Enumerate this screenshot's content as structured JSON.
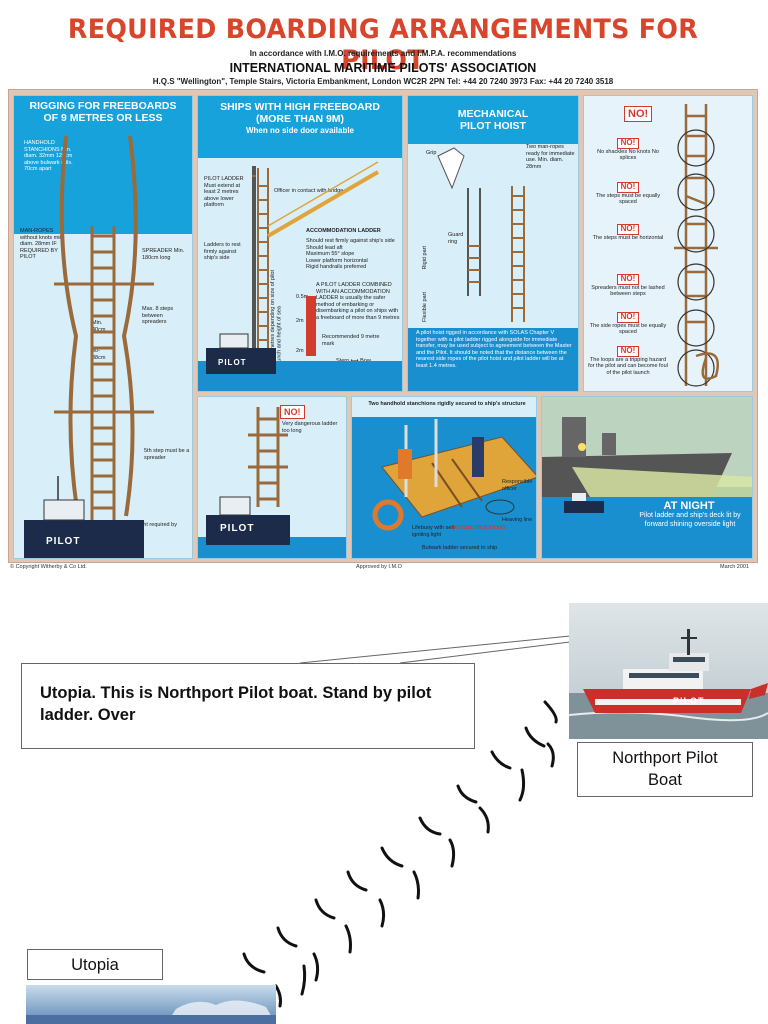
{
  "poster": {
    "title": "REQUIRED BOARDING ARRANGEMENTS FOR PILOT",
    "subtitle": "In accordance with I.M.O. requirements and I.M.P.A. recommendations",
    "organization": "INTERNATIONAL MARITIME PILOTS' ASSOCIATION",
    "address": "H.Q.S \"Wellington\", Temple Stairs, Victoria Embankment, London WC2R 2PN  Tel: +44 20 7240 3973 Fax: +44 20 7240 3518",
    "copyright": "© Copyright Witherby & Co Ltd.",
    "approved": "Approved by I.M.O",
    "date": "March 2001",
    "panel1": {
      "heading": "RIGGING FOR FREEBOARDS OF 9 METRES OR LESS",
      "handhold": "HANDHOLD STANCHIONS Min. diam. 32mm 120cm above bulwark rails. 70cm apart",
      "manropes": "MAN-ROPES without knots min. diam. 28mm IF REQUIRED BY PILOT",
      "spreader": "SPREADER Min. 180cm long",
      "min40": "Min. 40cm",
      "steps": "30-38cm",
      "max9": "Max. 8 steps between spreaders",
      "fifth": "5th step must be a spreader",
      "height": "Height required by pilot",
      "boat": "PILOT"
    },
    "panel2": {
      "heading": "SHIPS WITH HIGH FREEBOARD (MORE THAN 9M)",
      "subheading": "When no side door available",
      "pilot_ladder": "PILOT LADDER Must extend at least 2 metres above lower platform",
      "officer": "Officer in contact with bridge",
      "ladders": "Ladders to rest firmly against ship's side",
      "accommodation": "ACCOMMODATION LADDER",
      "acc_notes": [
        "Should rest firmly against ship's side",
        "Should lead aft",
        "Maximum 55° slope",
        "Lower platform horizontal",
        "Rigid handrails preferred"
      ],
      "combined": "A PILOT LADDER COMBINED WITH AN ACCOMMODATION LADDER is usually the safer method of embarking or disembarking a pilot on ships with a freeboard of more than 9 metres",
      "dim1": "0.5m",
      "dim2": "2m",
      "dim3": "2m",
      "recommended": "Recommended 9 metre mark",
      "stern_bow": "Stern ⟷ Bow",
      "vertical": "1 to 9 metres depending on size of pilot launch and height of sea",
      "boat": "PILOT"
    },
    "panel3": {
      "heading": "MECHANICAL PILOT HOIST",
      "grip": "Grip",
      "two_manropes": "Two man-ropes ready for immediate use. Min. diam. 28mm",
      "guard": "Guard ring",
      "rigid": "Rigid part",
      "flexible": "Flexible part",
      "note": "A pilot hoist rigged in accordance with SOLAS Chapter V together with a pilot ladder rigged alongside for immediate transfer, may be used subject to agreement between the Master and the Pilot. It should be noted that the distance between the nearest side ropes of the pilot hoist and pilot ladder will be at least 1.4 metres."
    },
    "panel4": {
      "heading": "NO!",
      "items": [
        {
          "tag": "NO!",
          "text": "No shackles No knots No splices"
        },
        {
          "tag": "NO!",
          "text": "The steps must be equally spaced"
        },
        {
          "tag": "NO!",
          "text": "The steps must be horizontal"
        },
        {
          "tag": "NO!",
          "text": "Spreaders must not be lashed between steps"
        },
        {
          "tag": "NO!",
          "text": "The side ropes must be equally spaced"
        },
        {
          "tag": "NO!",
          "text": "The loops are a tripping hazard for the pilot and can become foul of the pilot launch"
        }
      ]
    },
    "panel5": {
      "tag": "NO!",
      "text": "Very dangerous ladder too long",
      "boat": "PILOT"
    },
    "panel6": {
      "top": "Two handhold stanchions rigidly secured to ship's structure",
      "officer": "Responsible officer",
      "lifebuoy": "Lifebuoy with self-igniting light",
      "heaving": "Heaving line",
      "obstructions": "NO OBSTRUCTIONS",
      "bulwark": "Bulwark ladder secured to ship"
    },
    "panel7": {
      "heading": "AT NIGHT",
      "text": "Pilot ladder and ship's deck lit by forward shining overside light"
    }
  },
  "message": "Utopia. This is Northport  Pilot  boat. Stand by  pilot  ladder. Over",
  "pilot_boat_caption": "Northport  Pilot Boat",
  "pilot_boat_hull_text": "PILOT",
  "utopia_caption": "Utopia",
  "colors": {
    "title_red": "#d6452c",
    "panel_blue": "#17a2dc",
    "panel_bg": "#d8eef8",
    "water_blue": "#1a8fd0",
    "ladder_brown": "#9a6a3a"
  }
}
